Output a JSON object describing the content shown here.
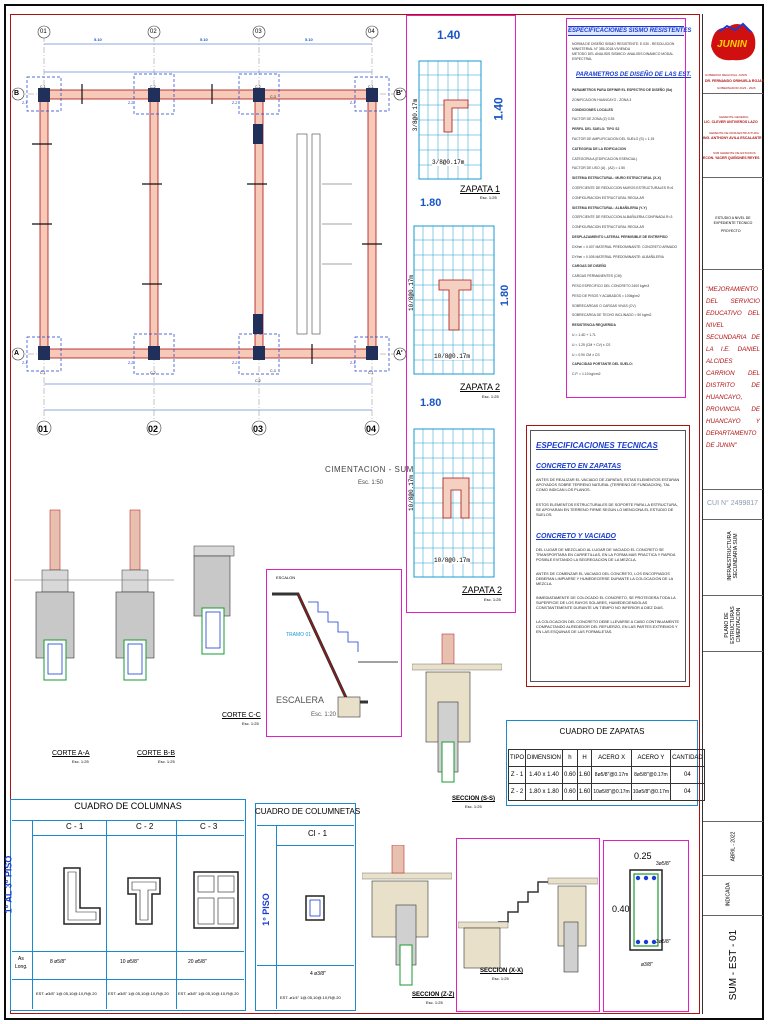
{
  "plan": {
    "title": "CIMENTACION - SUM",
    "scale": "Esc. 1:50",
    "axes_top": [
      "01",
      "02",
      "03",
      "04"
    ],
    "axes_bottom": [
      "01",
      "02",
      "03",
      "04"
    ],
    "axis_left_top": "B",
    "axis_left_bottom": "A",
    "axis_right_top": "B'",
    "axis_right_bottom": "A'",
    "dim_spans": [
      "5.10",
      "5.10",
      "5.10"
    ],
    "col_labels": [
      "C-1",
      "C-2",
      "C-2",
      "C-1",
      "C-3",
      "C-3",
      "C-1",
      "C-2",
      "C-2",
      "C-1"
    ],
    "zap_labels": [
      "Z-1",
      "Z-2",
      "Z-2",
      "Z-1",
      "Z-1",
      "Z-2",
      "Z-2",
      "Z-1"
    ]
  },
  "zapatas": [
    {
      "name": "ZAPATA 1",
      "scale": "Esc. 1:25",
      "width": "1.40",
      "height": "1.40",
      "bar_h": "3/8@0.17m",
      "bar_v": "3/8@0.17m"
    },
    {
      "name": "ZAPATA 2",
      "scale": "Esc. 1:25",
      "width": "1.80",
      "height": "1.80",
      "bar_h": "10/8@0.17m",
      "bar_v": "10/8@0.17m"
    },
    {
      "name": "ZAPATA 2",
      "scale": "Esc. 1:25",
      "width": "1.80",
      "height": "",
      "bar_h": "10/8@0.17m",
      "bar_v": "10/8@0.17m"
    }
  ],
  "sismo": {
    "title": "ESPECIFICACIONES SISMO RESISTENTES",
    "norms": [
      "NORMA DE DISEÑO SISMO RESISTENTE: E.030 - RESOLUCION",
      "MINISTERIAL N° 355-2018-VIVIENDA",
      "METODO DEL ANALISIS SISMICO: ANALISIS DINAMICO MODAL ESPECTRAL"
    ],
    "params_title": "PARAMETROS DE DISEÑO DE LAS EST.",
    "items": [
      "PARAMETROS PARA DEFINIR EL ESPECTRO DE DISEÑO (Sa)",
      "ZONIFICACION                HUANCAYO - ZONA 3",
      "CONDICIONES LOCALES",
      "FACTOR DE ZONA (Z) 0.35",
      "PERFIL DEL SUELO: TIPO S2",
      "FACTOR DE AMPLIFICACION DEL SUELO (S) = 1.15",
      "CATEGORIA DE LA EDIFICACION",
      "CATEGORIA A (EDIFICACION ESENCIAL)",
      "FACTOR DE USO (U) , (A2) = 1.50",
      "SISTEMA ESTRUCTURAL: MURO ESTRUCTURAL (X-X)",
      "COEFICIENTE DE REDUCCION MUROS ESTRUCTURALES R=6",
      "CONFIGURACION ESTRUCTURAL REGULAR",
      "SISTEMA ESTRUCTURAL: ALBAÑILERIA (Y-Y)",
      "COEFICIENTE DE REDUCCION ALBAÑILERIA CONFINADA R=3",
      "CONFIGURACION ESTRUCTURAL REGULAR",
      "DESPLAZAMIENTO LATERAL PERMISIBLE DE ENTREPISO",
      "DX/hei = 0.007  MATERIAL PREDOMINANTE: CONCRETO ARMADO",
      "DY/hei = 0.005  MATERIAL PREDOMINANTE: ALBAÑILERIA",
      "CARGAS DE DISEÑO",
      "CARGAS PERMANENTES (CM)",
      "PESO ESPECIFICO DEL CONCRETO 2400 kg/m3",
      "PESO DE PISOS Y ACABADOS = 100kg/m2",
      "SOBRECARGAS O CARGAS VIVAS (CV)",
      "SOBRECARGA DE TECHO INCLINADO = 50 kg/m2",
      "RESISTENCIA REQUERIDA",
      "U = 1.4D + 1.7L",
      "U = 1.25 (CM + CV) ± CS",
      "U = 0.90 CM ± CS",
      "CAPACIDAD PORTANTE DEL SUELO:",
      "C.P. = 1.10 kg/cm2"
    ]
  },
  "tecnicas": {
    "title": "ESPECIFICACIONES TECNICAS",
    "sub1": "CONCRETO EN ZAPATAS",
    "p1": [
      "ANTES DE REALIZAR EL VACIADO DE ZAPATAS, ESTAS ELEMENTOS ESTARAN APOYADOS SOBRE TERRENO NATURAL (TERRENO DE FUNDACION), TAL COMO INDICAN LOS PLANOS.",
      "ESTOS ELEMENTOS ESTRUCTURALES DE SOPORTE PARA LA ESTRUCTURA, SE APOYARAN EN TERRENO FIRME SEGUN LO MENCIONA EL ESTUDIO DE SUELOS."
    ],
    "sub2": "CONCRETO Y VACIADO",
    "p2": [
      "DEL LUGAR DE MEZCLADO AL LUGAR DE VACIADO EL CONCRETO SE TRANSPORTARA EN CARRETILLAS, EN LA FORMA MAS PRACTICA Y RAPIDA POSIBLE EVITANDO LA SEGREGACION DE LA MEZCLA.",
      "ANTES DE COMENZAR EL VACIADO DEL CONCRETO, LOS ENCOFRADOS DEBERAN LIMPIARSE Y HUMEDECERSE DURANTE LA COLOCACION DE LA MEZCLA.",
      "INMEDIATAMENTE DE COLOCADO EL CONCRETO, SE PROTEGERA TODA LA SUPERFICIE DE LOS RAYOS SOLARES, HUMEDECIENDOLAS CONSTANTEMENTE DURANTE UN TIEMPO NO INFERIOR A DIEZ DIAS.",
      "LA COLOCACION DEL CONCRETO DEBE LLEVARSE A CABO CONTINUAMENTE COMPACTANDO ALREDEDOR DEL REFUERZO, EN LAS PARTES EXTREMOS Y EN LAS ESQUINAS DE LAS FORMALETAS."
    ]
  },
  "cuadro_zapatas": {
    "title": "CUADRO DE ZAPATAS",
    "headers": [
      "TIPO",
      "DIMENSION",
      "h",
      "H",
      "ACERO X",
      "ACERO Y",
      "CANTIDAD"
    ],
    "rows": [
      [
        "Z - 1",
        "1.40 x 1.40",
        "0.60",
        "1.60",
        "8ø5/8\"@0.17m",
        "8ø5/8\"@0.17m",
        "04"
      ],
      [
        "Z - 2",
        "1.80 x 1.80",
        "0.60",
        "1.60",
        "10ø5/8\"@0.17m",
        "10ø5/8\"@0.17m",
        "04"
      ]
    ]
  },
  "cuadro_columnas": {
    "title": "CUADRO DE COLUMNAS",
    "cols": [
      "C - 1",
      "C - 2",
      "C - 3"
    ],
    "side": "1° AL 3° PISO",
    "row_as": "As",
    "row_long": "Long.",
    "as": [
      "8 ø5/8\"",
      "10 ø5/8\"",
      "20 ø5/8\""
    ],
    "est": [
      "EST. ø3/8\" 1@.05,10@.10,R@.20",
      "EST. ø3/8\" 1@.05,10@.10,R@.20",
      "EST. ø3/8\" 1@.05,10@.10,R@.20"
    ]
  },
  "cuadro_columnetas": {
    "title": "CUADRO DE COLUMNETAS",
    "col": "Cl - 1",
    "side": "1° PISO",
    "as": "4 ø3/8\"",
    "est": "EST. ø1/4\" 1@.05,10@.10,R@.20"
  },
  "cortes": [
    {
      "name": "CORTE A-A",
      "scale": "Esc. 1:25"
    },
    {
      "name": "CORTE B-B",
      "scale": "Esc. 1:25"
    },
    {
      "name": "CORTE C-C",
      "scale": "Esc. 1:25"
    }
  ],
  "escalera": {
    "title": "ESCALERA",
    "scale": "Esc. 1:20",
    "tramo": "TRAMO 01",
    "escalon": "ESCALON"
  },
  "secciones": [
    {
      "name": "SECCION (S-S)",
      "scale": "Esc. 1:25"
    },
    {
      "name": "SECCION (Z-Z)",
      "scale": "Esc. 1:25"
    },
    {
      "name": "SECCION (X-X)",
      "scale": "Esc. 1:25"
    }
  ],
  "viga": {
    "w": "0.25",
    "h": "0.40",
    "top": "3ø5/8\"",
    "bot": "3ø5/8\"",
    "stir": "ø3/8\""
  },
  "title_block": {
    "logo_text": "JUNIN",
    "gov": "GOBIERNO REGIONAL JUNIN",
    "gov_name": "DR. FERNANDO ORIHUELA ROJAS",
    "gov_period": "GOBERNADOR 2023 - 2026",
    "gerente_label": "GERENTE GENERAL",
    "gerente": "LIC. CLEVER UNTIVEROS LAZO",
    "infra_label": "GERENTE DE INFRAESTRUCTURA",
    "infra": "ING. ANTHONY AVILA ESCALANTE",
    "sub_label": "SUB GERENTE DE ESTUDIOS",
    "sub": "ECON. YACER QUIÑONES REYES",
    "nivel": "ESTUDIO A NIVEL DE EXPEDIENTE TECNICO",
    "proyecto": "PROYECTO",
    "project_name": "\"MEJORAMIENTO DEL SERVICIO EDUCATIVO DEL NIVEL SECUNDARIA DE LA I.E. DANIEL ALCIDES CARRION DEL DISTRITO DE HUANCAYO, PROVINCIA DE HUANCAYO Y DEPARTAMENTO DE JUNIN\"",
    "cui": "CUI N° 2499817",
    "infra_name": "INFRAESTRUCTURA SECUNDARIA SUM",
    "plan_name": "PLANO DE ESTRUCTURAS CIMENTACION",
    "fecha": "ABRIL - 2022",
    "escala": "INDICADA",
    "code": "SUM - EST - 01"
  }
}
